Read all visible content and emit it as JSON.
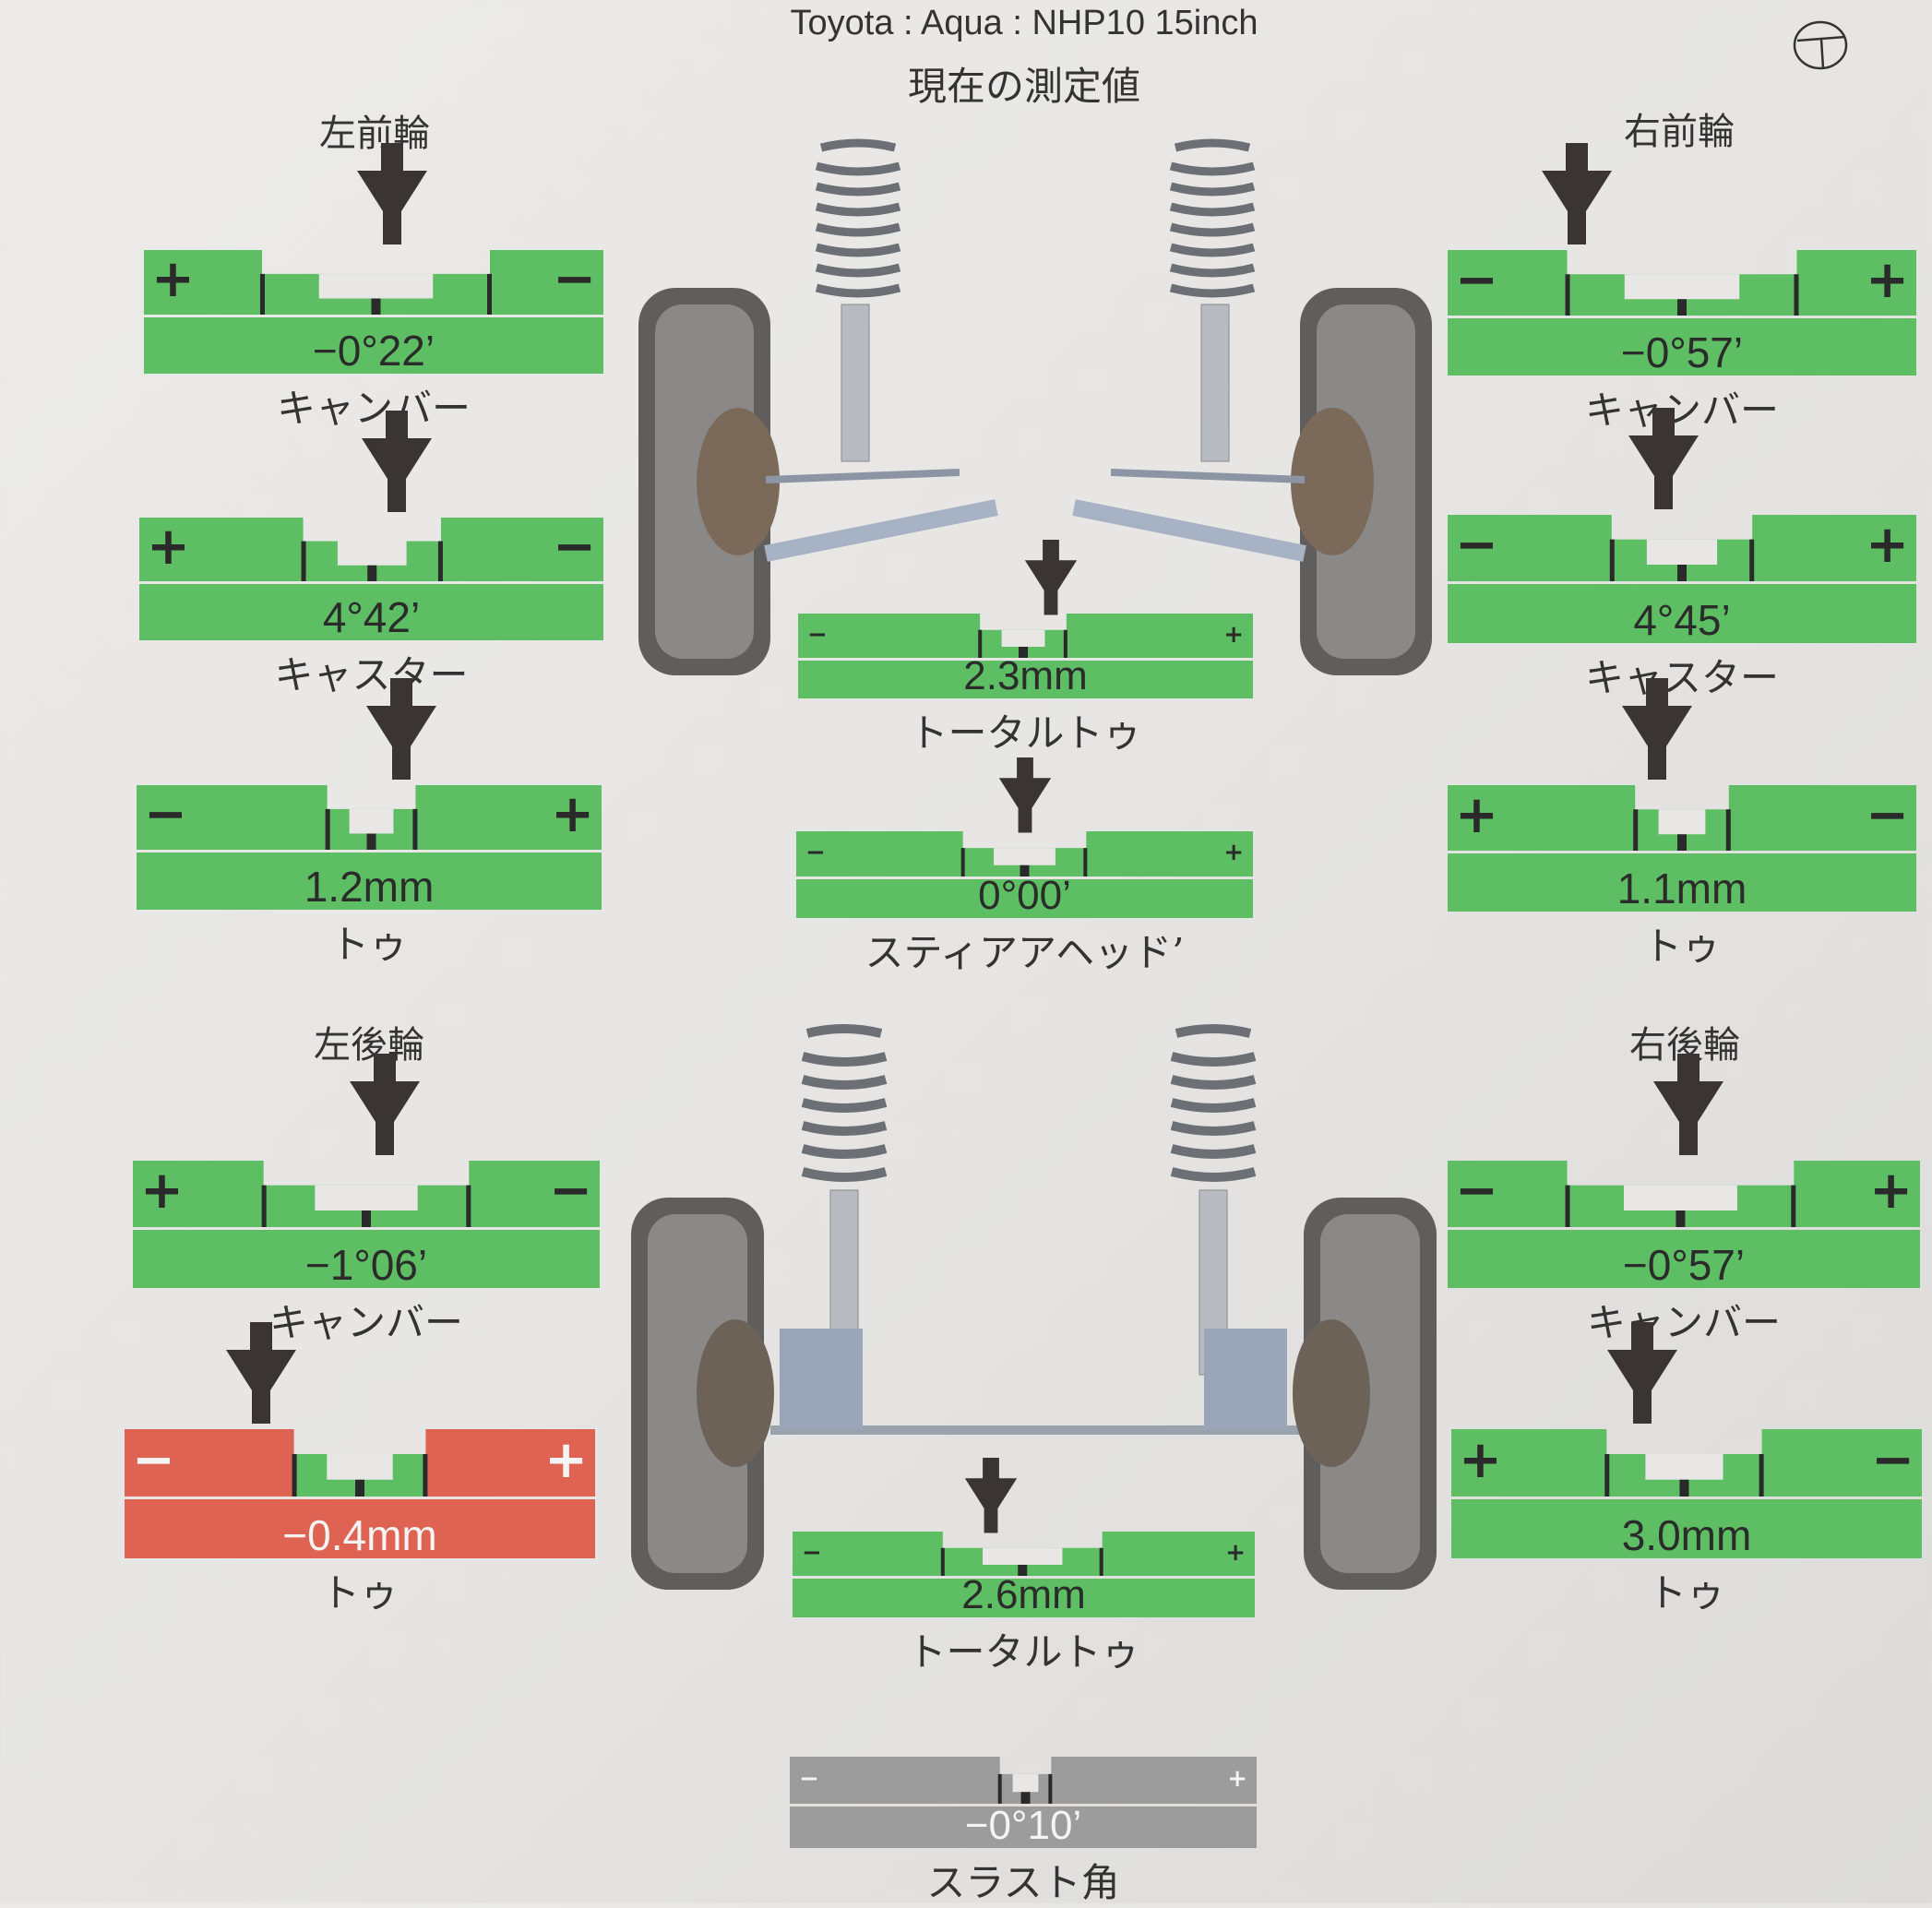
{
  "header": {
    "vehicle": "Toyota : Aqua : NHP10 15inch",
    "subtitle": "現在の測定値",
    "left_front": "左前輪",
    "right_front": "右前輪",
    "left_rear": "左後輪",
    "right_rear": "右後輪"
  },
  "colors": {
    "ok": "#5dbe63",
    "ok_dark": "#4fae56",
    "out": "#df6352",
    "neutral": "#9c9c9c",
    "pointer": "#3a3532"
  },
  "gauges": [
    {
      "name": "left-front-camber",
      "value": "−0°22’",
      "label": "キャンバー",
      "left_sign": "+",
      "right_sign": "−",
      "status": "ok",
      "pointer": 0.54
    },
    {
      "name": "left-front-caster",
      "value": "4°42’",
      "label": "キャスター",
      "left_sign": "+",
      "right_sign": "−",
      "status": "ok",
      "pointer": 0.554
    },
    {
      "name": "left-front-toe",
      "value": "1.2mm",
      "label": "トゥ",
      "left_sign": "−",
      "right_sign": "+",
      "status": "ok",
      "pointer": 0.57
    },
    {
      "name": "right-front-camber",
      "value": "−0°57’",
      "label": "キャンバー",
      "left_sign": "−",
      "right_sign": "+",
      "status": "ok",
      "pointer": 0.276
    },
    {
      "name": "right-front-caster",
      "value": "4°45’",
      "label": "キャスター",
      "left_sign": "−",
      "right_sign": "+",
      "status": "ok",
      "pointer": 0.46
    },
    {
      "name": "right-front-toe",
      "value": "1.1mm",
      "label": "トゥ",
      "left_sign": "+",
      "right_sign": "−",
      "status": "ok",
      "pointer": 0.446
    },
    {
      "name": "front-total-toe",
      "value": "2.3mm",
      "label": "トータルトゥ",
      "left_sign": "−",
      "right_sign": "+",
      "status": "ok",
      "pointer": 0.555
    },
    {
      "name": "steer-ahead",
      "value": "0°00’",
      "label": "スティアアヘッド’",
      "left_sign": "−",
      "right_sign": "+",
      "status": "ok",
      "pointer": 0.5
    },
    {
      "name": "left-rear-camber",
      "value": "−1°06’",
      "label": "キャンバー",
      "left_sign": "+",
      "right_sign": "−",
      "status": "ok",
      "pointer": 0.54
    },
    {
      "name": "left-rear-toe",
      "value": "−0.4mm",
      "label": "トゥ",
      "left_sign": "−",
      "right_sign": "+",
      "status": "out",
      "pointer": 0.29
    },
    {
      "name": "right-rear-camber",
      "value": "−0°57’",
      "label": "キャンバー",
      "left_sign": "−",
      "right_sign": "+",
      "status": "ok",
      "pointer": 0.51
    },
    {
      "name": "right-rear-toe",
      "value": "3.0mm",
      "label": "トゥ",
      "left_sign": "+",
      "right_sign": "−",
      "status": "ok",
      "pointer": 0.405
    },
    {
      "name": "rear-total-toe",
      "value": "2.6mm",
      "label": "トータルトゥ",
      "left_sign": "−",
      "right_sign": "+",
      "status": "ok",
      "pointer": 0.43
    },
    {
      "name": "thrust-angle",
      "value": "−0°10’",
      "label": "スラスト角",
      "left_sign": "−",
      "right_sign": "+",
      "status": "neutral",
      "pointer": null
    }
  ]
}
